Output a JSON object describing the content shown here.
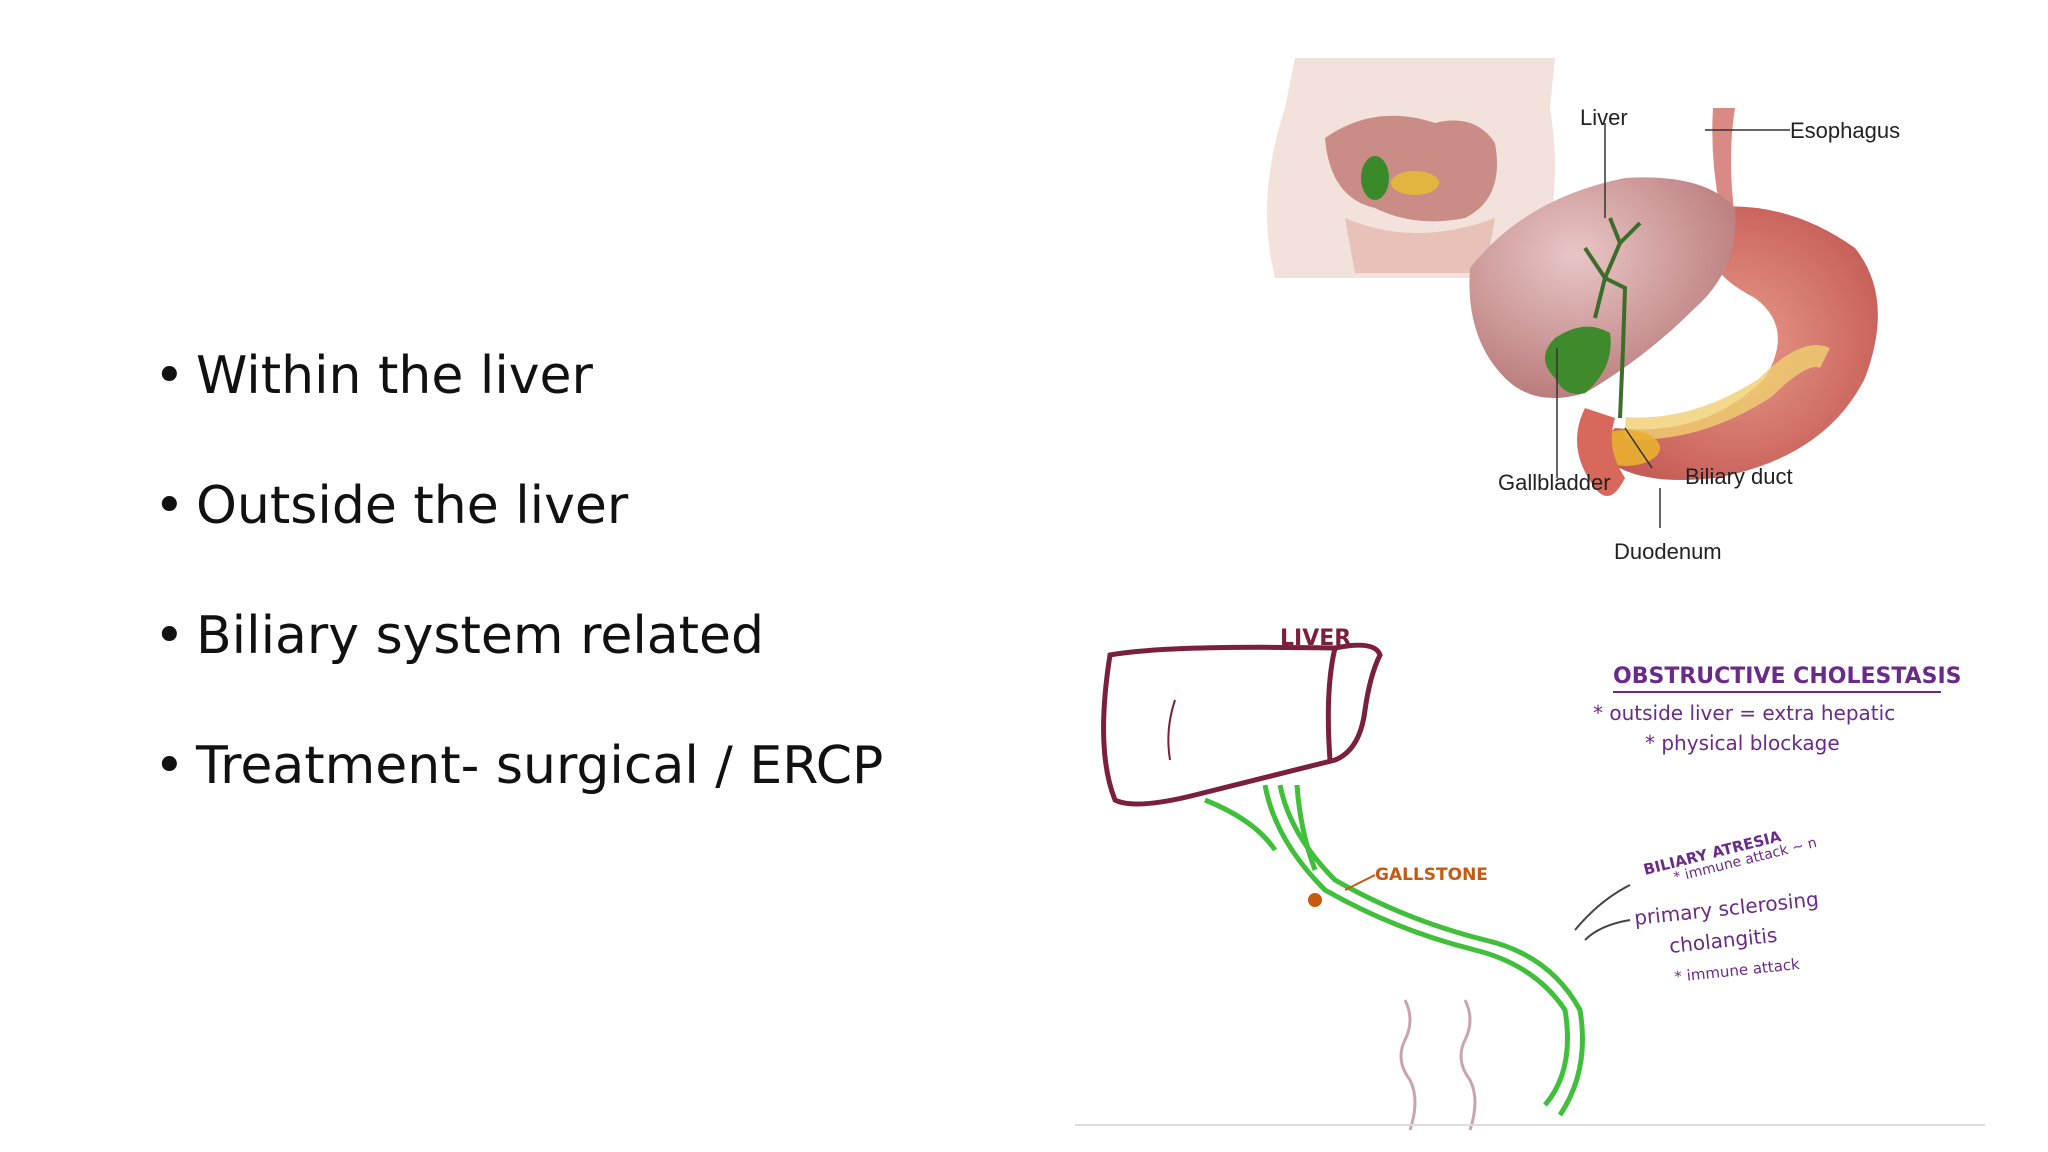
{
  "bullets": [
    "Within the liver",
    "Outside the liver",
    "Biliary system related",
    "Treatment- surgical / ERCP"
  ],
  "anatomy": {
    "liver": "Liver",
    "esophagus": "Esophagus",
    "gallbladder": "Gallbladder",
    "biliary_duct": "Biliary duct",
    "duodenum": "Duodenum"
  },
  "sketch": {
    "liver": "LIVER",
    "title": "OBSTRUCTIVE CHOLESTASIS",
    "line1": "* outside liver = extra hepatic",
    "line2": "* physical blockage",
    "gallstone": "GALLSTONE",
    "atresia": "BILIARY ATRESIA",
    "atresia_note": "* immune attack ~ n",
    "psc1": "primary sclerosing",
    "psc2": "cholangitis",
    "psc_note": "* immune attack"
  },
  "colors": {
    "liver_outline": "#7a1f3d",
    "duct_green": "#3fbf3a",
    "purple_ink": "#6a2a8a",
    "gallstone_orange": "#c65a10"
  }
}
